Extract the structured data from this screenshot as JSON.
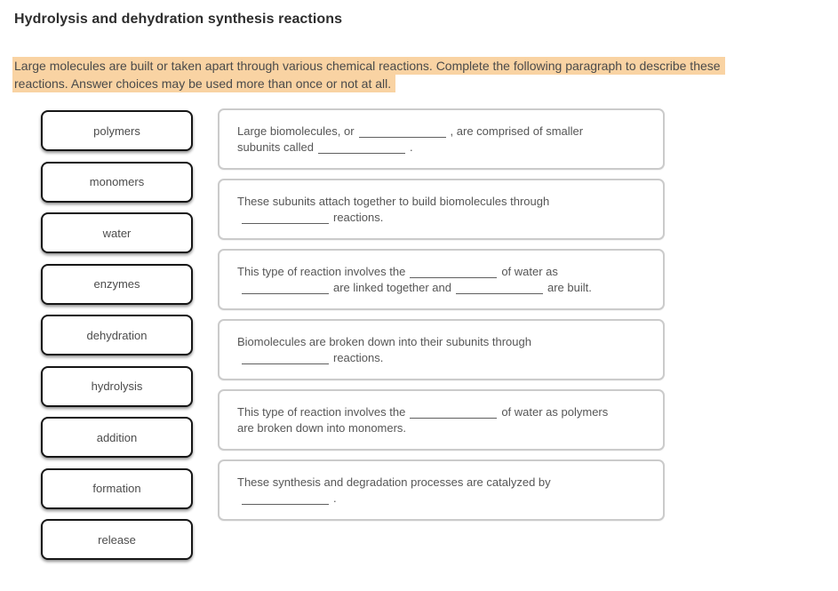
{
  "page": {
    "title": "Hydrolysis and dehydration synthesis reactions",
    "instructions_lines": [
      "Large molecules are built or taken apart through various chemical reactions. Complete the following paragraph to describe these",
      "reactions. Answer choices may be used more than once or not at all."
    ]
  },
  "colors": {
    "highlight": "#f9d3a3",
    "button_border": "#161616",
    "box_border": "#cbcbcb",
    "body_text": "#565656",
    "title_text": "#2d2d2d"
  },
  "choices": [
    "polymers",
    "monomers",
    "water",
    "enzymes",
    "dehydration",
    "hydrolysis",
    "addition",
    "formation",
    "release"
  ],
  "boxes": [
    {
      "lines": [
        [
          {
            "t": "Large biomolecules, or"
          },
          {
            "blank": true
          },
          {
            "t": ", are comprised of smaller"
          }
        ],
        [
          {
            "t": "subunits called"
          },
          {
            "blank": true
          },
          {
            "t": "."
          }
        ]
      ]
    },
    {
      "lines": [
        [
          {
            "t": "These subunits attach together to build biomolecules through"
          }
        ],
        [
          {
            "blank": true
          },
          {
            "t": "reactions."
          }
        ]
      ]
    },
    {
      "lines": [
        [
          {
            "t": "This type of reaction involves the"
          },
          {
            "blank": true
          },
          {
            "t": "of water as"
          }
        ],
        [
          {
            "blank": true
          },
          {
            "t": "are linked together and"
          },
          {
            "blank": true
          },
          {
            "t": "are built."
          }
        ]
      ]
    },
    {
      "lines": [
        [
          {
            "t": "Biomolecules are broken down into their subunits through"
          }
        ],
        [
          {
            "blank": true
          },
          {
            "t": "reactions."
          }
        ]
      ]
    },
    {
      "lines": [
        [
          {
            "t": "This type of reaction involves the"
          },
          {
            "blank": true
          },
          {
            "t": "of water as polymers"
          }
        ],
        [
          {
            "t": "are broken down into monomers."
          }
        ]
      ]
    },
    {
      "lines": [
        [
          {
            "t": "These synthesis and degradation processes are catalyzed by"
          }
        ],
        [
          {
            "blank": true
          },
          {
            "t": "."
          }
        ]
      ]
    }
  ]
}
